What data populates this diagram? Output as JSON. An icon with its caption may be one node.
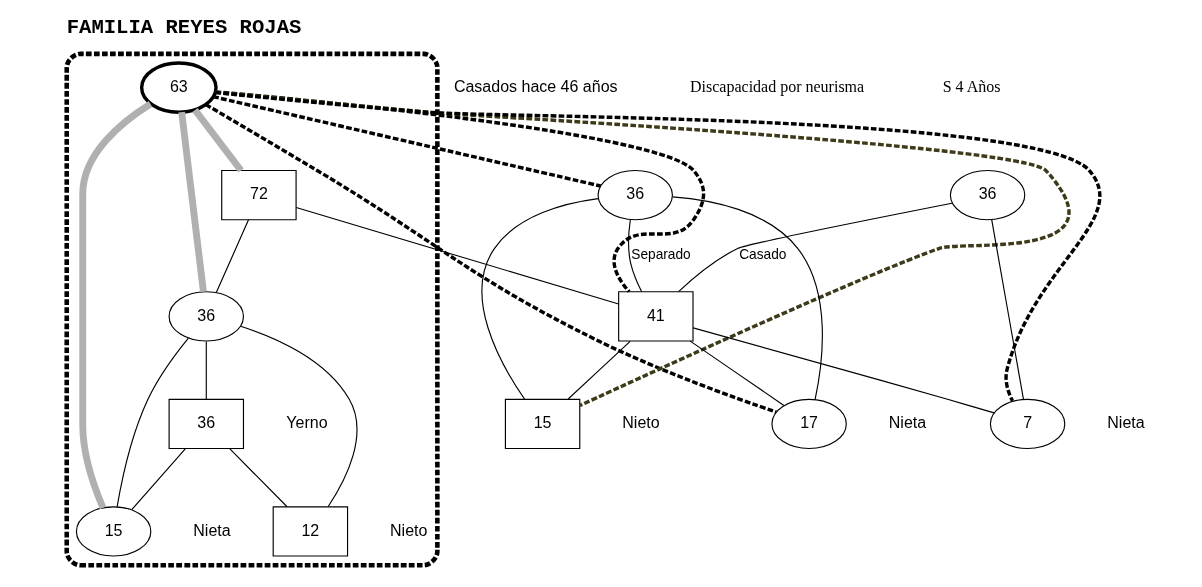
{
  "diagram": {
    "title": "FAMILIA REYES ROJAS",
    "nodes": [
      {
        "text": [],
        "shape": "ellipse"
      },
      {
        "text": [
          "63"
        ],
        "in": 0
      },
      {
        "text": [
          "72"
        ],
        "in": 0
      },
      {
        "text": [
          "36"
        ]
      },
      {
        "text": [
          "36"
        ]
      },
      {
        "text": [
          "41"
        ]
      },
      {
        "text": [
          "36"
        ],
        "in": 0
      },
      {
        "text": [
          "36"
        ],
        "beside": [
          "Yerno"
        ],
        "in": 0
      },
      {
        "text": [
          "17"
        ],
        "beside": [
          "Nieta"
        ]
      },
      {
        "text": [
          "15"
        ],
        "beside": [
          "Nieto"
        ]
      },
      {
        "text": [
          "7"
        ],
        "beside": [
          "Nieta"
        ]
      },
      {
        "text": [
          "15"
        ],
        "beside": [
          "Nieta"
        ],
        "in": 0
      },
      {
        "text": [
          "12"
        ],
        "beside": [
          "Nieto"
        ],
        "in": 0
      }
    ],
    "edges": [
      {
        "from": 1,
        "to": 2,
        "arrow": "none",
        "style": "thick",
        "color": "#b0b0b0"
      },
      {
        "from": 2,
        "to": 5,
        "arrow": "none"
      },
      {
        "from": 2,
        "to": 6,
        "arrow": "none"
      },
      {
        "from": 3,
        "to": 5,
        "arrow": "none",
        "label": "Separado"
      },
      {
        "from": 4,
        "to": 5,
        "arrow": "none",
        "label": "Casado"
      },
      {
        "from": 3,
        "to": 8,
        "arrow": "none"
      },
      {
        "from": 5,
        "to": 8,
        "arrow": "none"
      },
      {
        "from": 3,
        "to": 9,
        "arrow": "none"
      },
      {
        "from": 5,
        "to": 9,
        "arrow": "none"
      },
      {
        "from": 4,
        "to": 10,
        "arrow": "none"
      },
      {
        "from": 5,
        "to": 10,
        "arrow": "none"
      },
      {
        "from": 6,
        "to": 7,
        "arrow": "none"
      },
      {
        "from": 6,
        "to": 11,
        "arrow": "none"
      },
      {
        "from": 7,
        "to": 11,
        "arrow": "none"
      },
      {
        "from": 6,
        "to": 12,
        "arrow": "none"
      },
      {
        "from": 7,
        "to": 12,
        "arrow": "none"
      },
      {
        "from": 1,
        "to": 3,
        "arrow": "none",
        "style": "dashed"
      },
      {
        "from": 1,
        "to": 8,
        "arrow": "none",
        "style": "dashed"
      },
      {
        "from": 1,
        "to": 9,
        "arrow": "none",
        "style": "dashed",
        "color": "#3d3a1a"
      },
      {
        "from": 1,
        "to": 10,
        "arrow": "none",
        "style": "dashed"
      },
      {
        "from": 1,
        "to": 5,
        "arrow": "none",
        "style": "dashed"
      },
      {
        "from": 1,
        "to": 6,
        "arrow": "none",
        "style": "thick",
        "color": "#b0b0b0"
      },
      {
        "from": 1,
        "to": 11,
        "arrow": "none",
        "style": "thick",
        "color": "#b0b0b0"
      }
    ],
    "labels": [
      "Casados hace 46 años",
      "Discapacidad por neurisma",
      "S 4 Años"
    ]
  }
}
